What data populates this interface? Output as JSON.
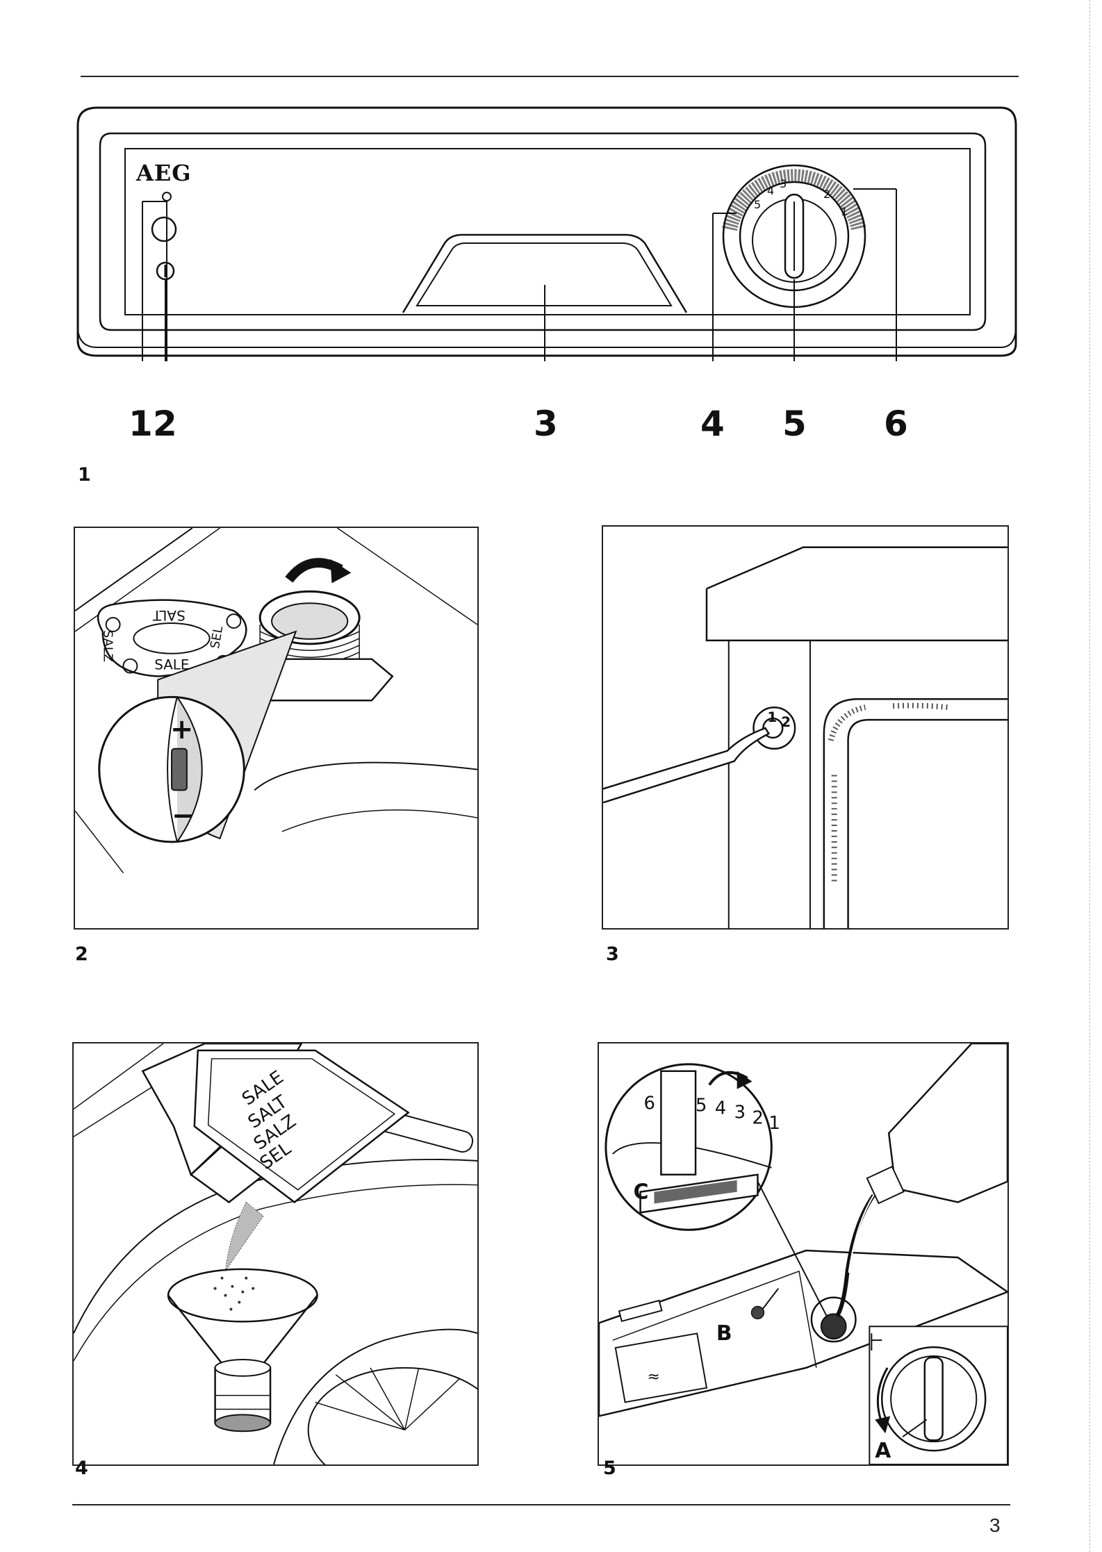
{
  "figure1": {
    "brand": "AEG",
    "callouts": [
      "1",
      "2",
      "3",
      "4",
      "5",
      "6"
    ],
    "label": "1",
    "dial_marks": [
      "5",
      "4",
      "3",
      "2",
      "1"
    ]
  },
  "figure2": {
    "label": "2",
    "cap_text": [
      "SALT",
      "SALE",
      "SEL",
      "SALZ"
    ],
    "plus": "+",
    "minus": "−"
  },
  "figure3": {
    "label": "3",
    "selector_marks": [
      "1",
      "2"
    ]
  },
  "figure4": {
    "label": "4",
    "box_text": [
      "SALE",
      "SALT",
      "SALZ",
      "SEL"
    ]
  },
  "figure5": {
    "label": "5",
    "letters": [
      "A",
      "B",
      "C"
    ],
    "dial_numbers": [
      "6",
      "5",
      "4",
      "3",
      "2",
      "1"
    ]
  },
  "footer": {
    "page_number": "3"
  }
}
